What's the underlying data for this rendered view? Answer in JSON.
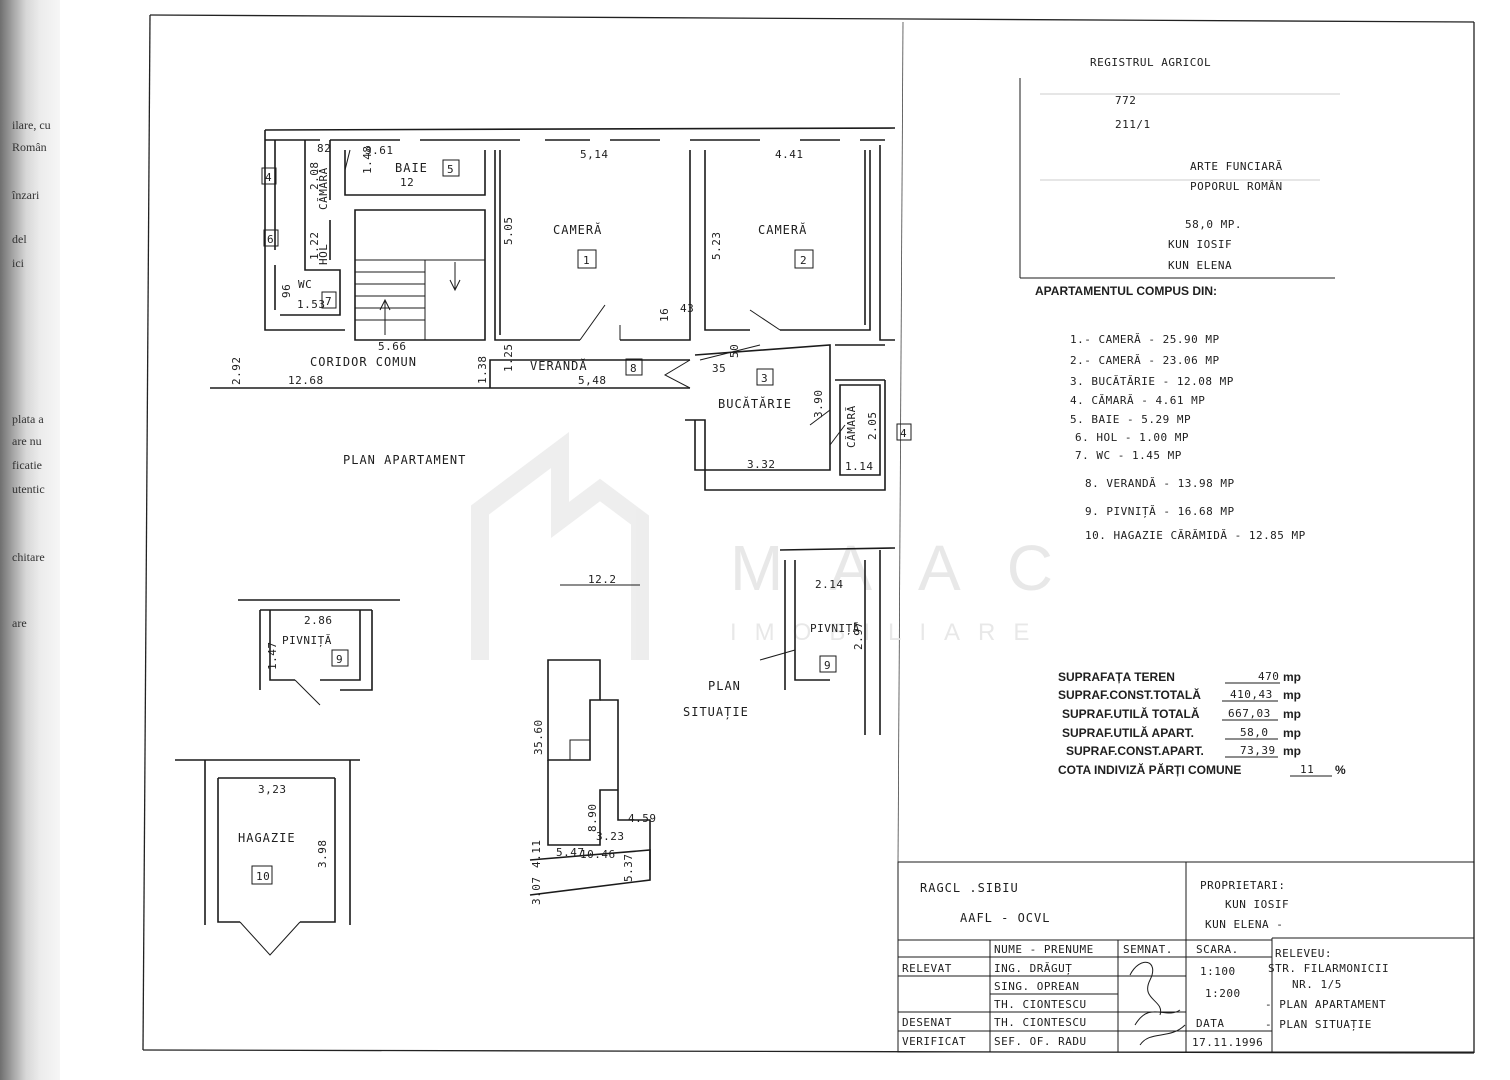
{
  "scan_fragments": [
    "ilare, cu",
    "Român",
    "înzari",
    "del",
    "ici",
    "plata a",
    "are nu",
    "ficatie",
    "utentic",
    "chitare",
    "are"
  ],
  "stamp": {
    "nr": "772",
    "date": "211/1",
    "line1": "REGISTRUL AGRICOL",
    "line_carte": "ARTE FUNCIARĂ",
    "line_roman": "POPORUL ROMÂN",
    "suprafata": "58,0 MP.",
    "owner1": "KUN IOSIF",
    "owner2": "KUN ELENA"
  },
  "composition": {
    "heading": "APARTAMENTUL COMPUS DIN:",
    "items": [
      "1.- CAMERĂ - 25.90 MP",
      "2.- CAMERĂ - 23.06 MP",
      "3. BUCĂTĂRIE - 12.08 MP",
      "4. CĂMARĂ - 4.61 MP",
      "5. BAIE - 5.29 MP",
      "6. HOL - 1.00 MP",
      "7. WC - 1.45 MP",
      "8. VERANDĂ - 13.98 MP",
      "9. PIVNIȚĂ - 16.68 MP",
      "10. HAGAZIE CĂRĂMIDĂ - 12.85 MP"
    ]
  },
  "surfaces": [
    {
      "label": "SUPRAFAȚA TEREN",
      "value": "470",
      "unit": "mp"
    },
    {
      "label": "SUPRAF.CONST.TOTALĂ",
      "value": "410,43",
      "unit": "mp"
    },
    {
      "label": "SUPRAF.UTILĂ TOTALĂ",
      "value": "667,03",
      "unit": "mp"
    },
    {
      "label": "SUPRAF.UTILĂ APART.",
      "value": "58,0",
      "unit": "mp"
    },
    {
      "label": "SUPRAF.CONST.APART.",
      "value": "73,39",
      "unit": "mp"
    },
    {
      "label": "COTA INDIVIZĂ PĂRȚI COMUNE",
      "value": "11",
      "unit": "%"
    }
  ],
  "plan": {
    "title": "PLAN APARTAMENT",
    "situation_title_1": "PLAN",
    "situation_title_2": "SITUAȚIE",
    "rooms": {
      "camera1": "CAMERĂ",
      "camera1_no": "1",
      "camera2": "CAMERĂ",
      "camera2_no": "2",
      "baie": "BAIE",
      "baie_no": "5",
      "bucatarie": "BUCĂTĂRIE",
      "bucatarie_no": "3",
      "camara": "CĂMARĂ",
      "camara_no": "4",
      "veranda": "VERANDĂ",
      "veranda_no": "8",
      "wc": "WC",
      "wc_no": "7",
      "hol": "HOL",
      "hol_no": "6",
      "coridor": "CORIDOR COMUN",
      "pivnita": "PIVNIȚĂ",
      "pivnita_no": "9",
      "pivnita_b_no": "9",
      "hagazie": "HAGAZIE",
      "hagazie_no": "10"
    },
    "dims": {
      "d_361": "3.61",
      "d_514": "5,14",
      "d_441": "4.41",
      "d_505": "5.05",
      "d_523": "5.23",
      "d_566": "5.66",
      "d_1268": "12.68",
      "d_548": "5,48",
      "d_292": "2.92",
      "d_332": "3.32",
      "d_390": "3.90",
      "d_114": "1.14",
      "d_205": "2.05",
      "d_286": "2.86",
      "d_323": "3,23",
      "d_398": "3.98",
      "d_297": "2.97",
      "d_214": "2.14",
      "d_122": "12.2",
      "d_3560": "35.60",
      "d_890": "8.90",
      "d_1046": "10.46",
      "d_547": "5.47",
      "d_411": "4.11",
      "d_307": "3.07",
      "d_537": "5.37",
      "d_459": "4.59",
      "d_323b": "3.23",
      "d_082": "82",
      "d_208": "2.08",
      "d_148": "1.48",
      "d_122b": "1.22",
      "d_153": "1.53",
      "d_043": "43",
      "d_016": "16",
      "d_035": "35",
      "d_050": "50",
      "d_125": "1.25",
      "d_138": "1.38",
      "d_147": "1.47",
      "d_096": "96",
      "d_12": "12"
    }
  },
  "watermark": {
    "brand": "MAAC",
    "sub": "IMOBILIARE"
  },
  "title_block": {
    "org1": "RAGCL .SIBIU",
    "org2": "AAFL - OCVL",
    "owners_label": "PROPRIETARI:",
    "owner1": "KUN IOSIF",
    "owner2": "KUN ELENA -",
    "col_name": "NUME - PRENUME",
    "col_sign": "SEMNAT.",
    "col_scale": "SCARA.",
    "releveu_label": "RELEVEU:",
    "address1": "STR. FILARMONICII",
    "address2": "NR. 1/5",
    "item1": "- PLAN APARTAMENT",
    "item2": "- PLAN SITUAȚIE",
    "relevat": "RELEVAT",
    "desenat": "DESENAT",
    "verificat": "VERIFICAT",
    "person1": "ING. DRĂGUȚ",
    "person2": "SING. OPREAN",
    "person3": "TH. CIONTESCU",
    "person4": "TH. CIONTESCU",
    "person5": "SEF. OF. RADU",
    "scale1": "1:100",
    "scale2": "1:200",
    "date_label": "DATA",
    "date": "17.11.1996"
  }
}
